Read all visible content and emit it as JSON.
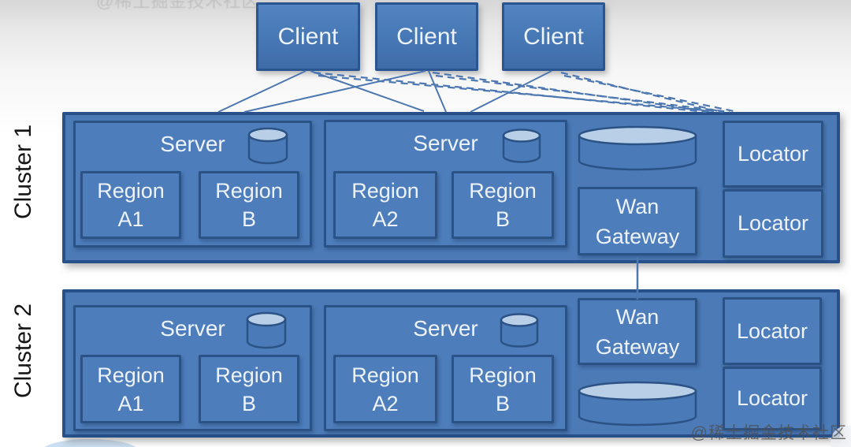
{
  "diagram": {
    "clients": [
      {
        "label": "Client"
      },
      {
        "label": "Client"
      },
      {
        "label": "Client"
      }
    ],
    "clusters": [
      {
        "name": "Cluster 1",
        "servers": [
          {
            "label": "Server",
            "regions": [
              {
                "label": "Region A1"
              },
              {
                "label": "Region B"
              }
            ]
          },
          {
            "label": "Server",
            "regions": [
              {
                "label": "Region A2"
              },
              {
                "label": "Region B"
              }
            ]
          }
        ],
        "wan_gateway": {
          "label": "Wan Gateway"
        },
        "locators": [
          {
            "label": "Locator"
          },
          {
            "label": "Locator"
          }
        ]
      },
      {
        "name": "Cluster 2",
        "servers": [
          {
            "label": "Server",
            "regions": [
              {
                "label": "Region A1"
              },
              {
                "label": "Region B"
              }
            ]
          },
          {
            "label": "Server",
            "regions": [
              {
                "label": "Region A2"
              },
              {
                "label": "Region B"
              }
            ]
          }
        ],
        "wan_gateway": {
          "label": "Wan Gateway"
        },
        "locators": [
          {
            "label": "Locator"
          },
          {
            "label": "Locator"
          }
        ]
      }
    ],
    "colors": {
      "node_fill": "#4b7ab8",
      "node_border": "#2b5285",
      "cylinder_top": "#b9cfe8",
      "connection_line": "#4c77b0",
      "label_text": "#eef3fa",
      "cluster_label_text": "#161616"
    }
  },
  "watermark": {
    "text": "@稀土掘金技术社区"
  }
}
